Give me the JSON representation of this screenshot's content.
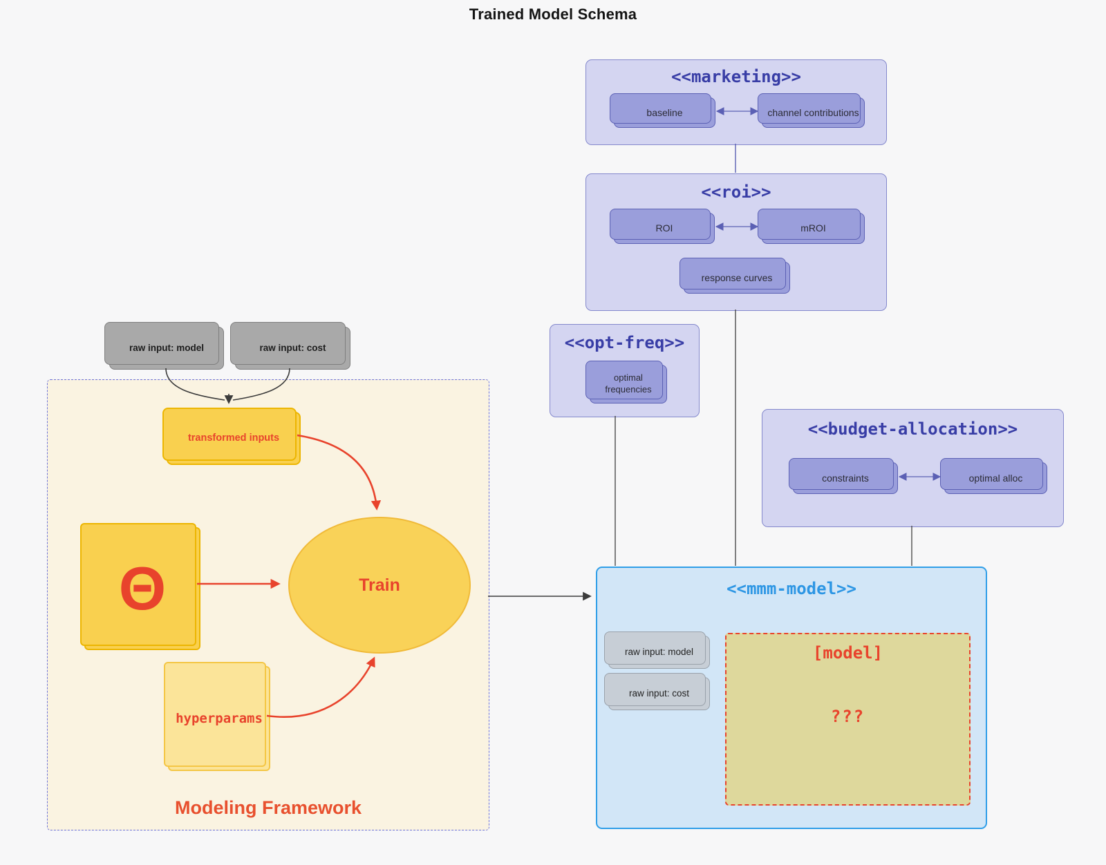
{
  "page_title": "Trained Model Schema",
  "colors": {
    "background": "#f7f7f8",
    "container_fill": "#d4d5f1",
    "container_border": "#8488cc",
    "container_title": "#383da6",
    "node_purple_fill": "#9a9edb",
    "node_purple_border": "#5b60b4",
    "mmm_fill": "#d2e6f7",
    "mmm_border": "#2f9ee8",
    "mmm_title": "#2d96e4",
    "model_box_fill": "#ded89c",
    "accent_red": "#e8432c",
    "framework_fill": "#faf3e1",
    "framework_border": "#6a70d8",
    "yellow_fill": "#f9d04f",
    "yellow_border": "#ecb501",
    "hyper_fill": "#fbe499",
    "gray_input_fill": "#a9a9a9",
    "mmm_input_fill": "#c7ced6"
  },
  "marketing": {
    "title": "<<marketing>>",
    "nodes": [
      {
        "label": "baseline"
      },
      {
        "label": "channel contributions"
      }
    ]
  },
  "roi": {
    "title": "<<roi>>",
    "nodes": [
      {
        "label": "ROI"
      },
      {
        "label": "mROI"
      },
      {
        "label": "response curves"
      }
    ]
  },
  "opt_freq": {
    "title": "<<opt-freq>>",
    "nodes": [
      {
        "label": "optimal frequencies"
      }
    ]
  },
  "budget": {
    "title": "<<budget-allocation>>",
    "nodes": [
      {
        "label": "constraints"
      },
      {
        "label": "optimal alloc"
      }
    ]
  },
  "mmm": {
    "title": "<<mmm-model>>",
    "inputs": [
      {
        "label": "raw input: model"
      },
      {
        "label": "raw input: cost"
      }
    ],
    "model_box": {
      "label": "[model]",
      "placeholder": "???"
    }
  },
  "framework": {
    "label": "Modeling Framework",
    "raw_inputs": [
      {
        "label": "raw input: model"
      },
      {
        "label": "raw input: cost"
      }
    ],
    "transformed": "transformed inputs",
    "theta": "Θ",
    "train": "Train",
    "hyperparams": "hyperparams"
  }
}
